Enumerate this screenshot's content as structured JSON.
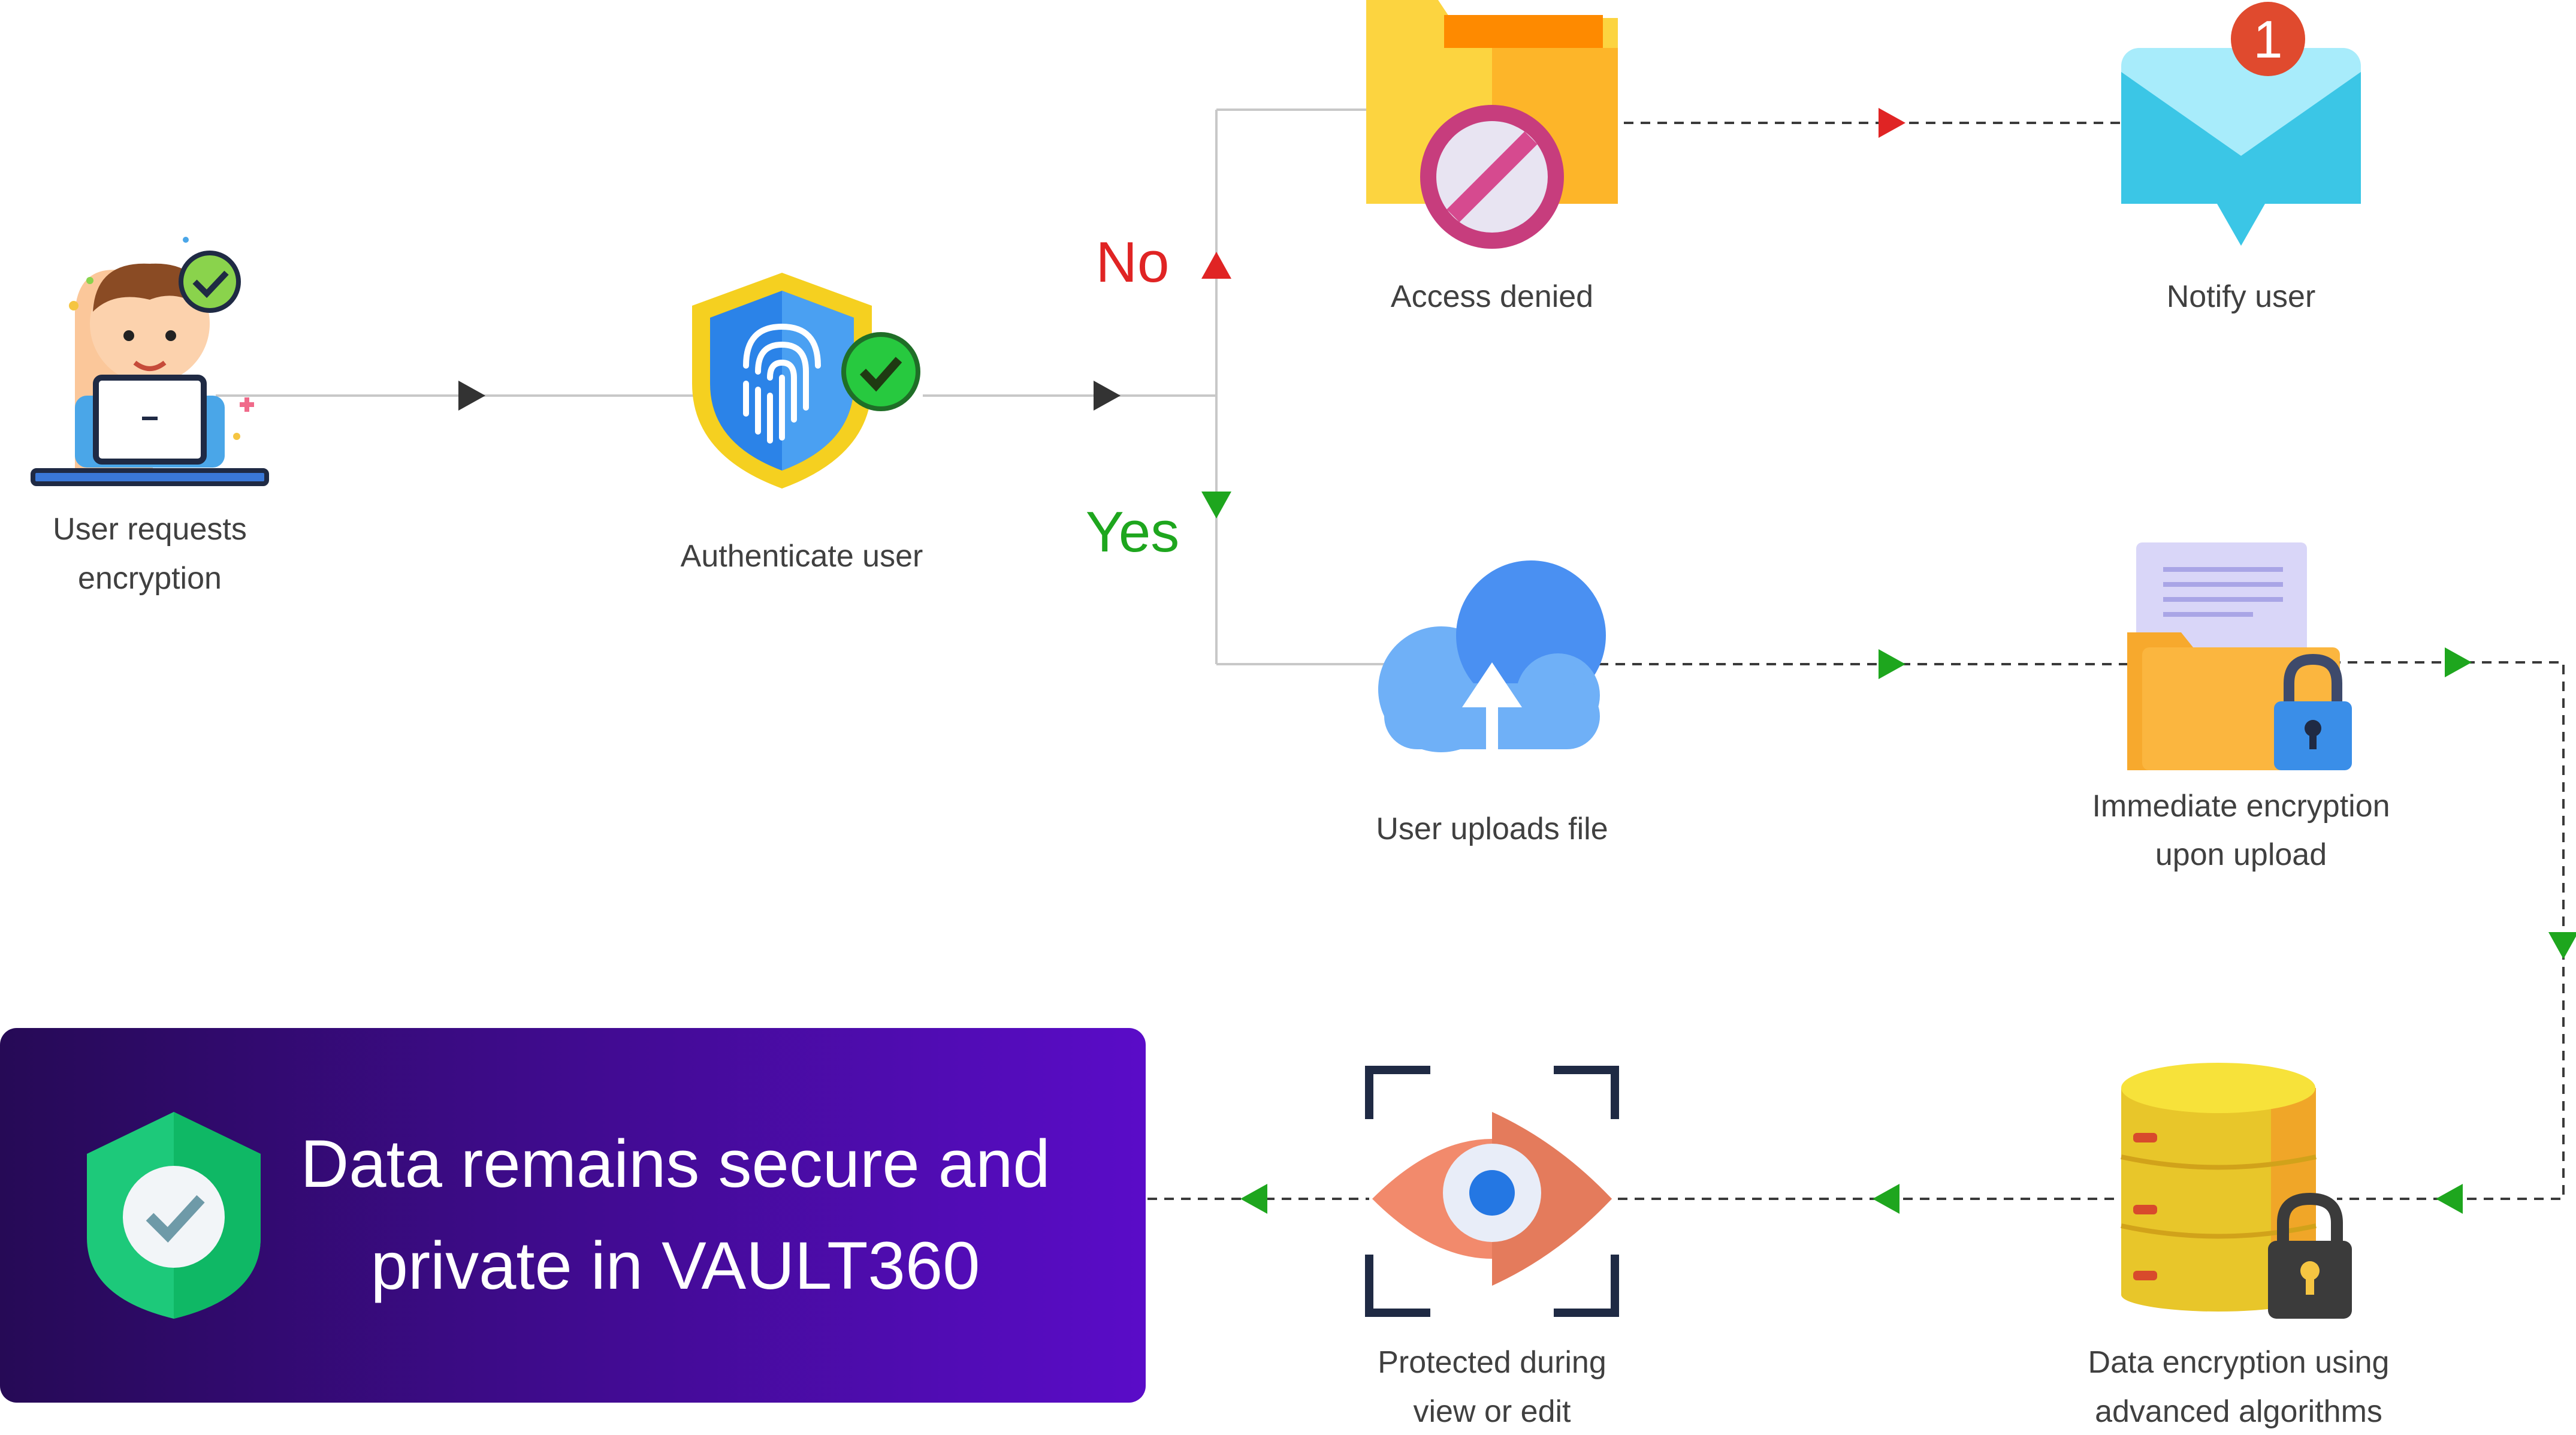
{
  "nodes": {
    "user_requests": {
      "line1": "User requests",
      "line2": "encryption"
    },
    "authenticate": {
      "label": "Authenticate user"
    },
    "access_denied": {
      "label": "Access denied"
    },
    "notify_user": {
      "label": "Notify user",
      "badge": "1"
    },
    "uploads_file": {
      "label": "User uploads file"
    },
    "immediate_encryption": {
      "line1": "Immediate encryption",
      "line2": "upon upload"
    },
    "data_encryption": {
      "line1": "Data encryption using",
      "line2": "advanced algorithms"
    },
    "protected": {
      "line1": "Protected during",
      "line2": "view or edit"
    }
  },
  "branches": {
    "no": "No",
    "yes": "Yes"
  },
  "banner": {
    "line1": "Data remains secure and",
    "line2": "private in VAULT360"
  },
  "colors": {
    "no": "#e02424",
    "yes": "#1ea61e",
    "banner_start": "#2a0a5e",
    "banner_end": "#5a0cc8",
    "shield_green": "#1dc97a"
  },
  "icons": [
    "user-laptop-icon",
    "fingerprint-shield-icon",
    "denied-folder-icon",
    "mail-notification-icon",
    "cloud-upload-icon",
    "locked-document-folder-icon",
    "locked-database-icon",
    "eye-scan-icon",
    "secure-shield-icon"
  ]
}
